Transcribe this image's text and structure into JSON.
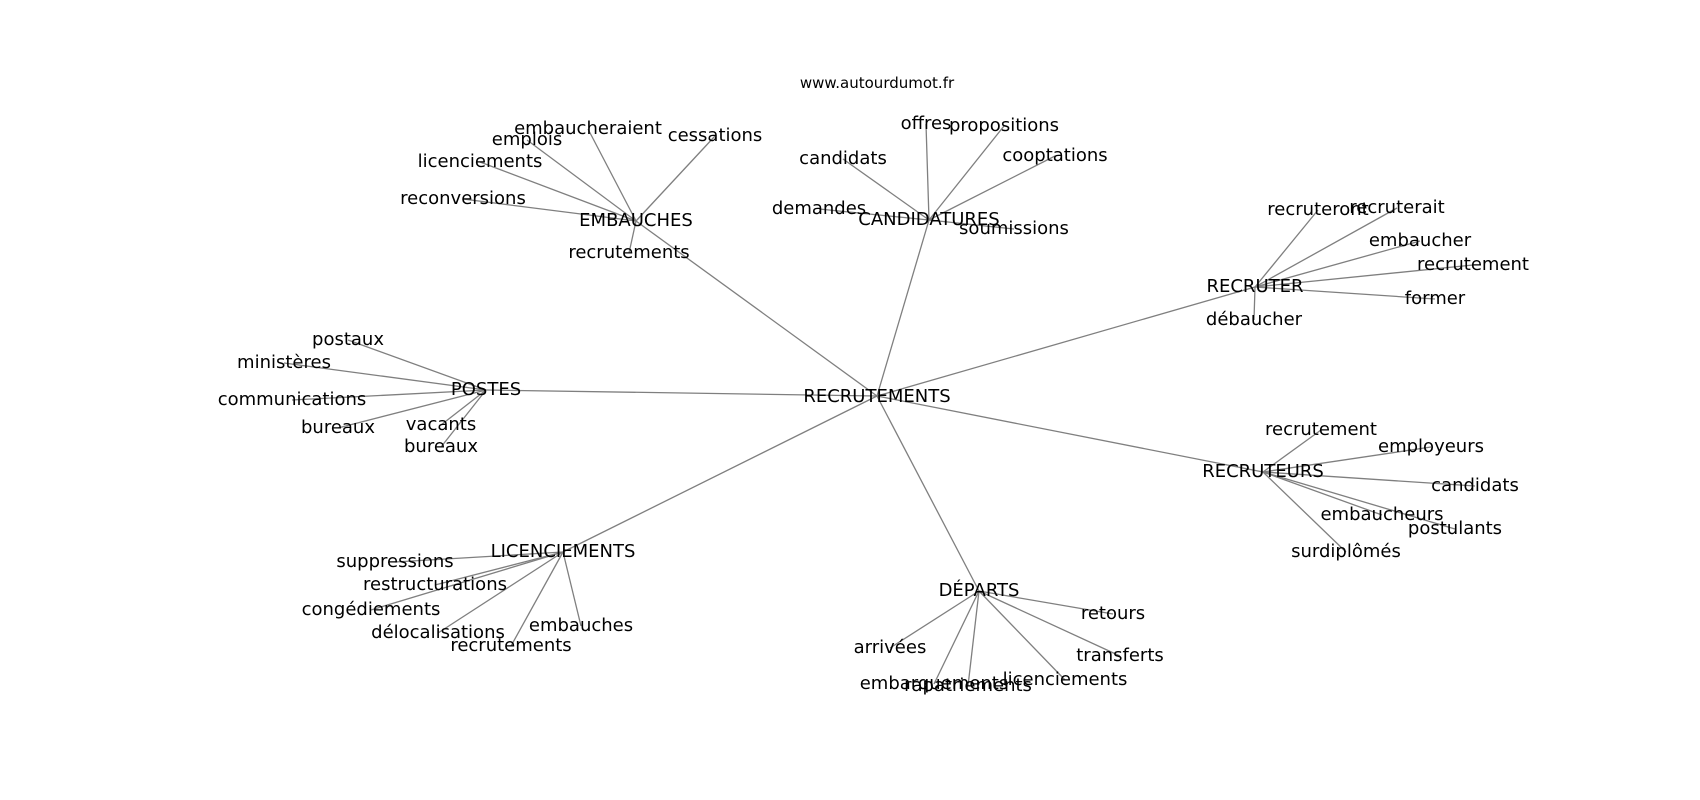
{
  "source": "www.autourdumot.fr",
  "root": "RECRUTEMENTS",
  "clusters": [
    {
      "label": "EMBAUCHES",
      "words": [
        "embaucheraient",
        "emplois",
        "cessations",
        "licenciements",
        "reconversions",
        "recrutements"
      ]
    },
    {
      "label": "CANDIDATURES",
      "words": [
        "offres",
        "propositions",
        "candidats",
        "cooptations",
        "demandes",
        "soumissions"
      ]
    },
    {
      "label": "RECRUTER",
      "words": [
        "recruteront",
        "recruterait",
        "embaucher",
        "recrutement",
        "former",
        "débaucher"
      ]
    },
    {
      "label": "POSTES",
      "words": [
        "postaux",
        "ministères",
        "communications",
        "bureaux",
        "vacants",
        "bureaux"
      ]
    },
    {
      "label": "RECRUTEURS",
      "words": [
        "recrutement",
        "employeurs",
        "candidats",
        "embaucheurs",
        "postulants",
        "surdiplômés"
      ]
    },
    {
      "label": "LICENCIEMENTS",
      "words": [
        "suppressions",
        "restructurations",
        "congédiements",
        "délocalisations",
        "embauches",
        "recrutements"
      ]
    },
    {
      "label": "DÉPARTS",
      "words": [
        "retours",
        "arrivées",
        "transferts",
        "embarquements",
        "rapatriements",
        "licenciements"
      ]
    }
  ]
}
